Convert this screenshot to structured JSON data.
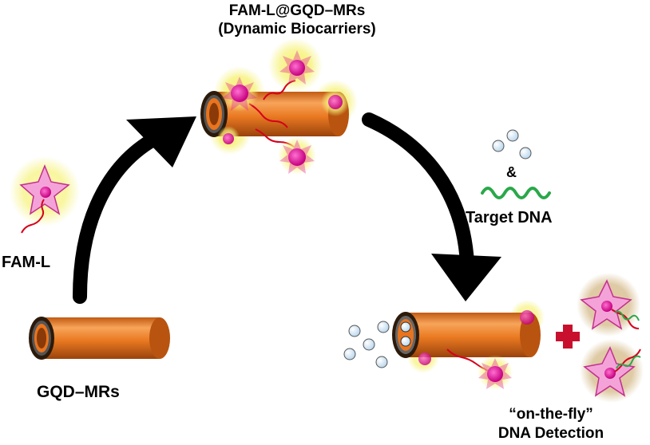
{
  "title": {
    "line1": "FAM-L@GQD–MRs",
    "line2": "(Dynamic Biocarriers)"
  },
  "labels": {
    "fam_l": "FAM-L",
    "gqd_mrs": "GQD–MRs",
    "ampersand": "&",
    "target_dna": "Target DNA",
    "detection_line1": "“on-the-fly”",
    "detection_line2": "DNA Detection"
  },
  "colors": {
    "tube_body": "#e8741e",
    "tube_dark": "#a84a0c",
    "tube_light": "#f7a45a",
    "fluor_core": "#e0139a",
    "fluor_glow": "#f2ef6a",
    "star_fill": "#f4a3d8",
    "arrow": "#000000",
    "dna_green": "#2aa84a",
    "linker_red": "#d6001c",
    "plus_red": "#c8102e",
    "target_circle": "#d6e8f5"
  },
  "icons": [
    "microrocket-tube",
    "fluorophore-star",
    "curved-arrow",
    "dna-strand",
    "target-molecule-circle",
    "plus-sign"
  ]
}
